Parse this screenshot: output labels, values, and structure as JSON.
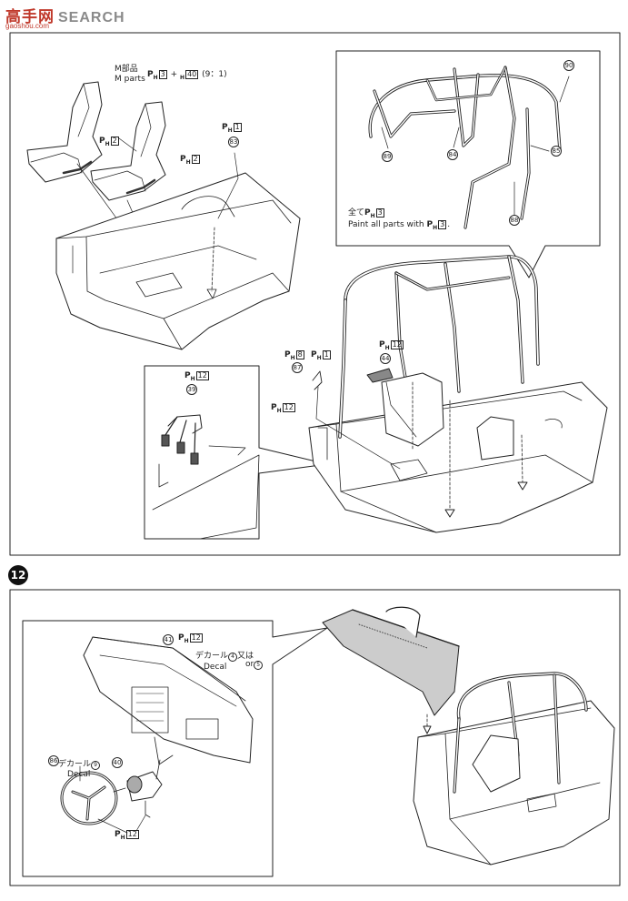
{
  "watermark": {
    "logo": "高手网",
    "search": "SEARCH",
    "url": "gaoshou.com"
  },
  "step": {
    "number": "12"
  },
  "top": {
    "mparts": {
      "jp": "M部品",
      "en": "M parts",
      "ph_a": "3",
      "ph_b": "40",
      "ratio": "(9：1)"
    },
    "seat_ph_left": "2",
    "seat_ph_right": "2",
    "tub_ph": "1",
    "tub_part": "83",
    "rollcage": {
      "parts": [
        "90",
        "89",
        "84",
        "85",
        "88"
      ],
      "note_jp": "全て",
      "note_ph": "3",
      "note_en": "Paint all parts with",
      "note_en_ph": "3"
    },
    "shifter": {
      "ph_a": "8",
      "ph_b": "1",
      "part": "87",
      "ph_c": "12"
    },
    "handbrake": {
      "ph": "12",
      "part": "44"
    },
    "pedals": {
      "ph": "12",
      "part": "39"
    }
  },
  "bottom": {
    "dash": {
      "part": "41",
      "ph": "12",
      "decal_jp": "デカール",
      "decal_en": "Decal",
      "decal_a": "4",
      "or_jp": "又は",
      "or_en": "or",
      "decal_b": "5"
    },
    "wheel": {
      "decal_jp": "デカール",
      "decal_en": "Decal",
      "decal": "9",
      "part": "86"
    },
    "column": {
      "part": "40",
      "ph": "12"
    }
  },
  "ph_letters": {
    "p": "P",
    "h": "H",
    "plus": "+"
  }
}
